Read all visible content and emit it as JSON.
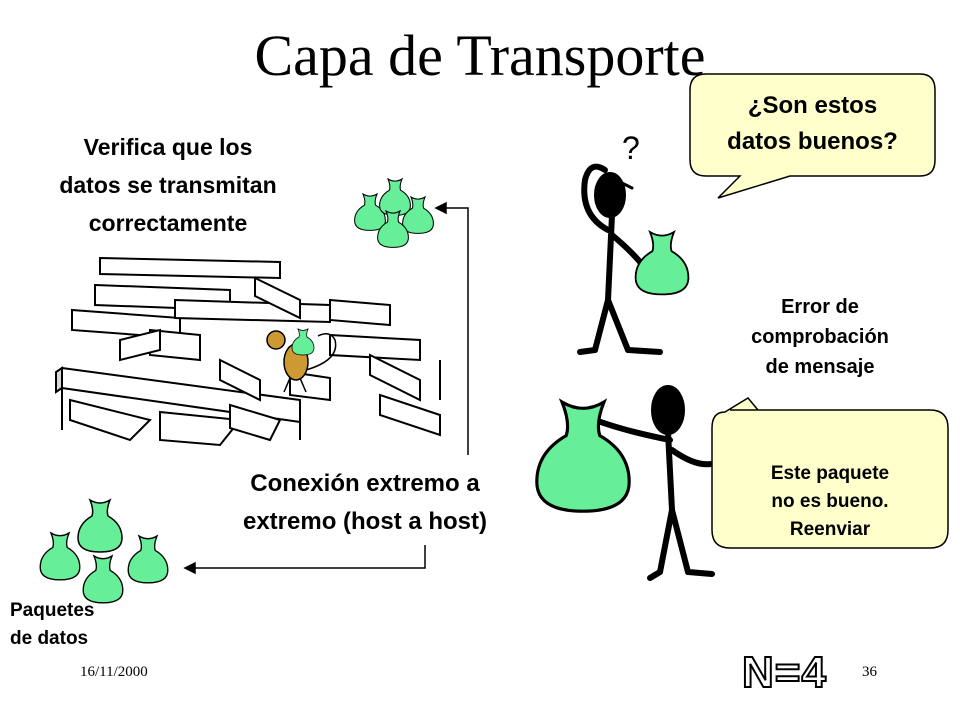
{
  "slide": {
    "title": "Capa de Transporte",
    "verifica_lines": [
      "Verifica que los",
      "datos se transmitan",
      "correctamente"
    ],
    "question_mark": "?",
    "bubble_top_lines": [
      "¿Son estos",
      "datos buenos?"
    ],
    "error_lines": [
      "Error de",
      "comprobación",
      "de mensaje"
    ],
    "bubble_bottom_lines": [
      "Este paquete",
      "no es bueno.",
      "Reenviar"
    ],
    "conexion_lines": [
      "Conexión extremo a",
      "extremo (host a host)"
    ],
    "paquetes_lines": [
      "Paquetes",
      "de datos"
    ],
    "date": "16/11/2000",
    "n_label": "N=4",
    "page_number": "36"
  },
  "colors": {
    "bag_fill": "#66ee99",
    "bubble_fill": "#ffffcc",
    "mouse": "#cc9933"
  }
}
